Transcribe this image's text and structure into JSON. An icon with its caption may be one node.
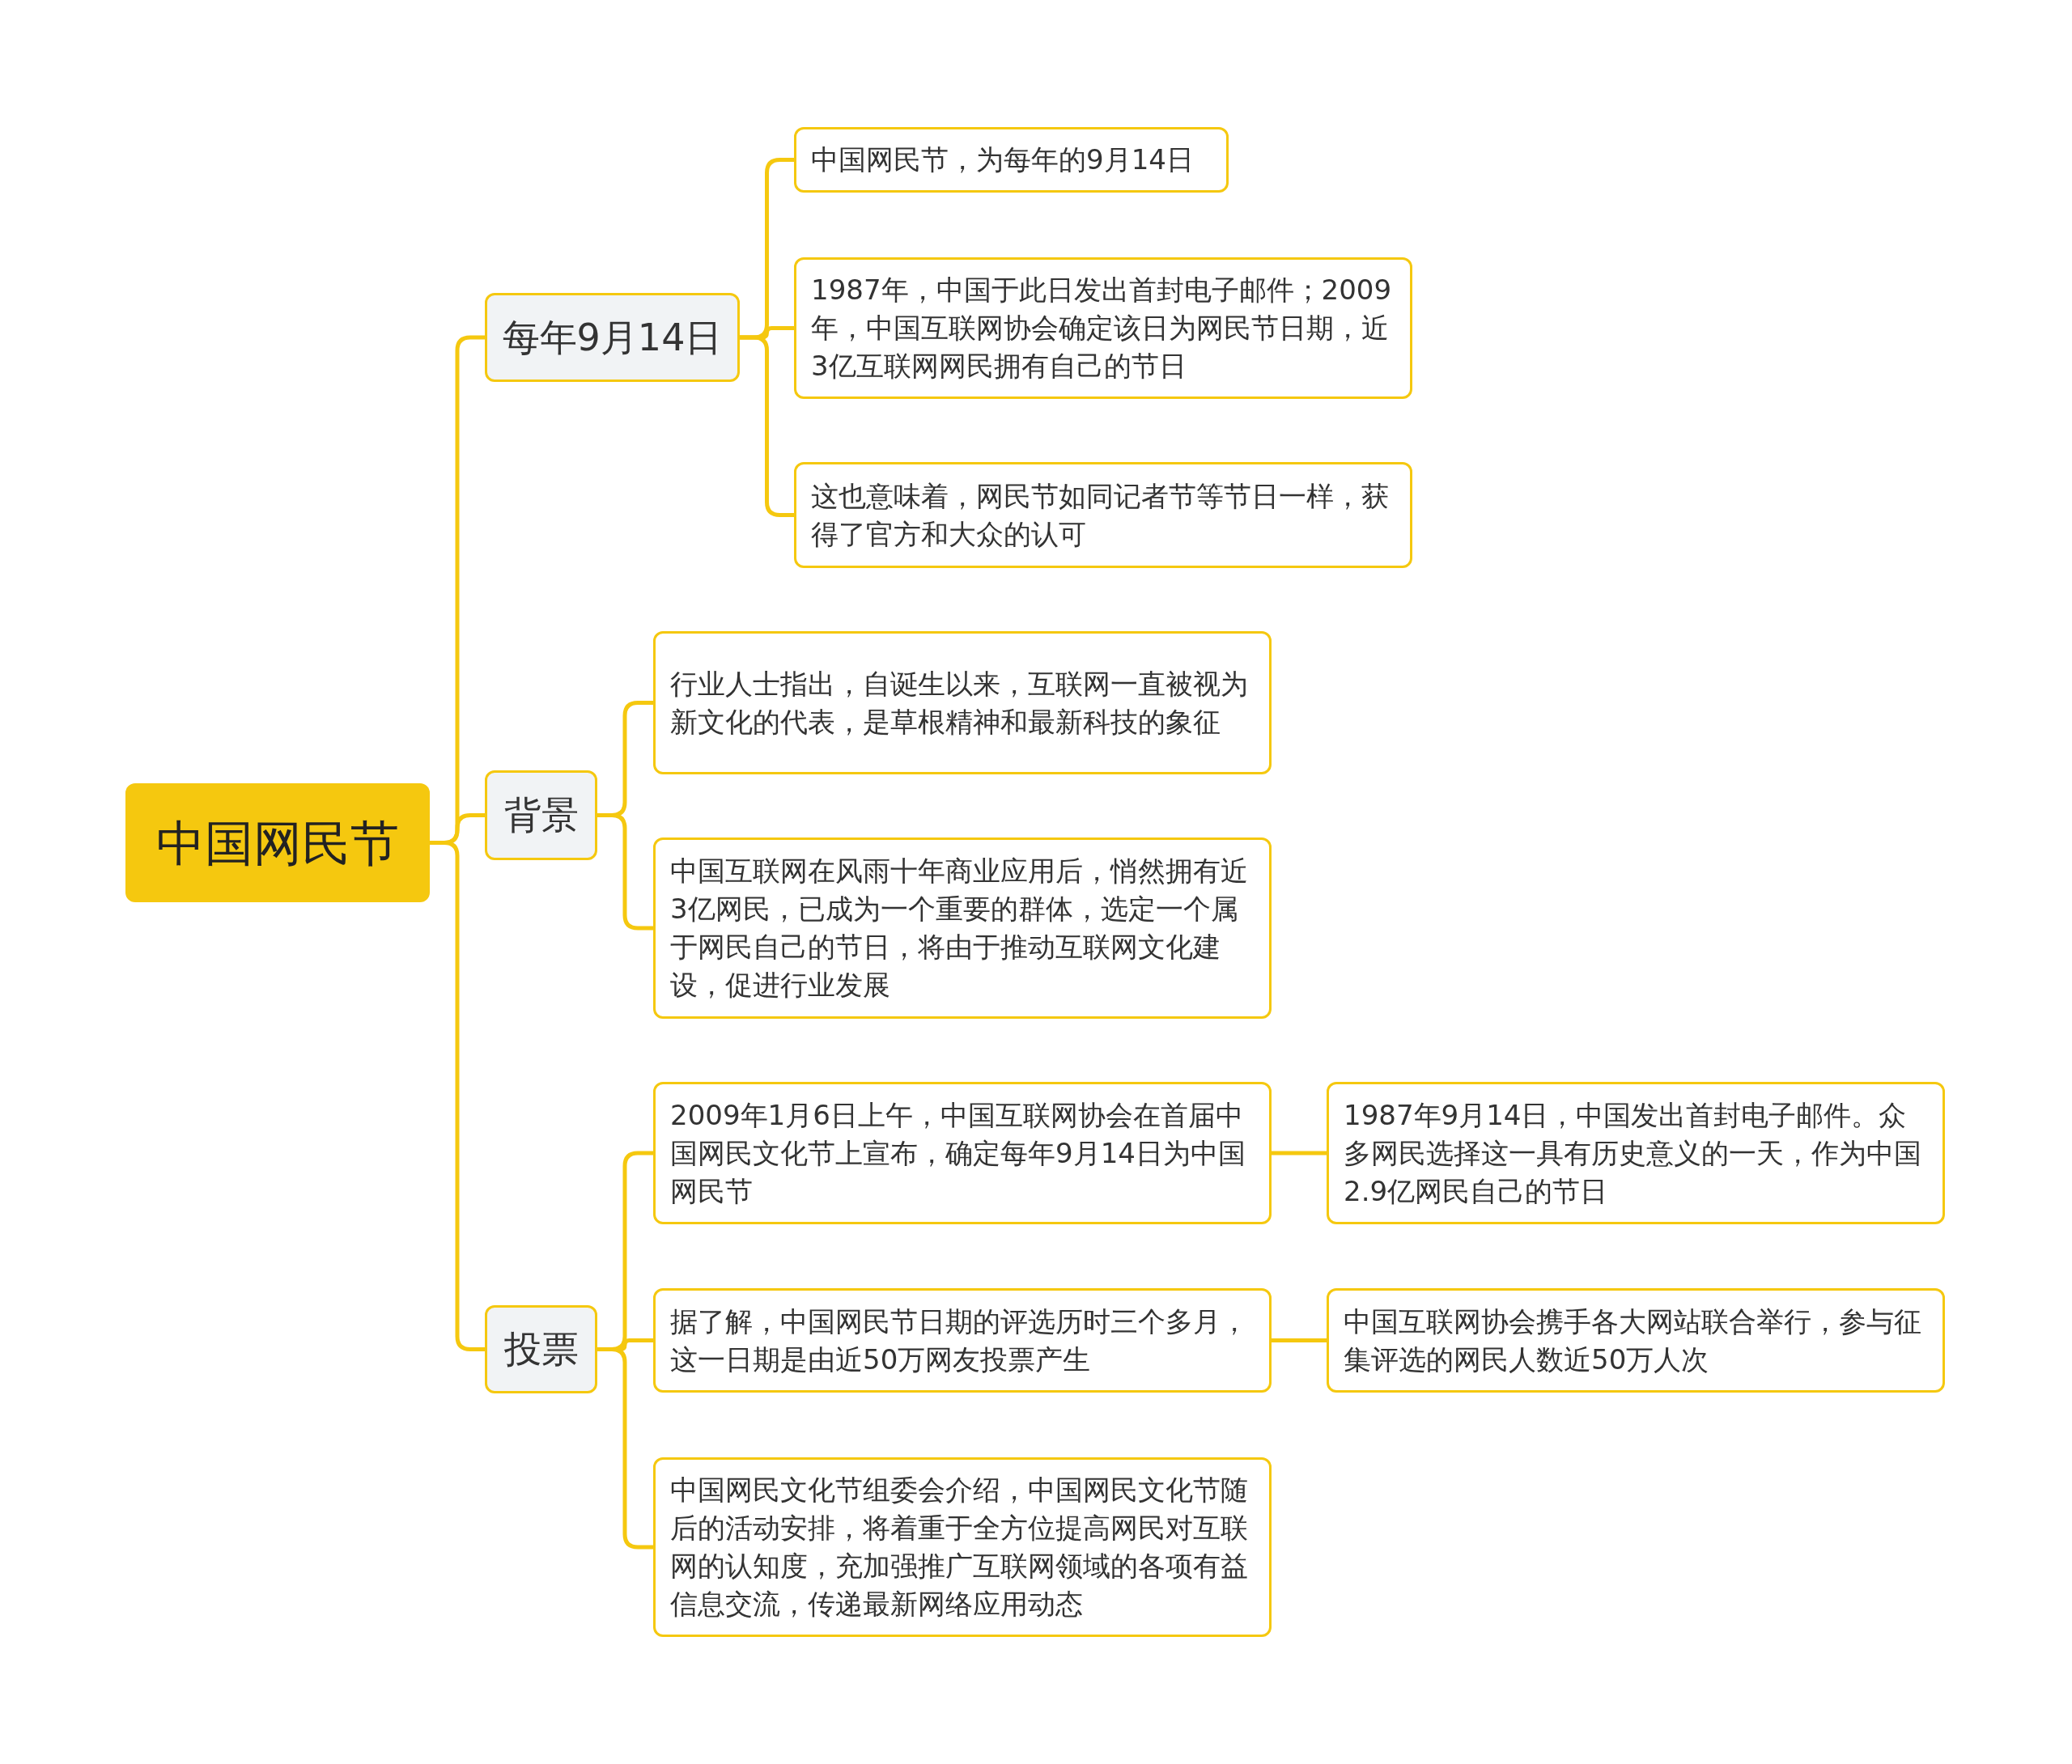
{
  "diagram": {
    "nodes": [
      {
        "text": [
          "中国网民节"
        ]
      },
      {
        "text": [
          "每年9月14日"
        ]
      },
      {
        "text": [
          "中国网民节，为每年的9月14日"
        ]
      },
      {
        "text": [
          "1987年，中国于此日发出首封电子邮件；2009年，中国互联网协会确定该日为网民节日期，近3亿互联网网民拥有自己的节日"
        ]
      },
      {
        "text": [
          "这也意味着，网民节如同记者节等节日一样，获得了官方和大众的认可"
        ]
      },
      {
        "text": [
          "背景"
        ]
      },
      {
        "text": [
          "行业人士指出，自诞生以来，互联网一直被视为新文化的代表，是草根精神和最新科技的象征"
        ]
      },
      {
        "text": [
          "中国互联网在风雨十年商业应用后，悄然拥有近3亿网民，已成为一个重要的群体，选定一个属于网民自己的节日，将由于推动互联网文化建设，促进行业发展"
        ]
      },
      {
        "text": [
          "投票"
        ]
      },
      {
        "text": [
          "2009年1月6日上午，中国互联网协会在首届中国网民文化节上宣布，确定每年9月14日为中国网民节"
        ]
      },
      {
        "text": [
          "1987年9月14日，中国发出首封电子邮件。众多网民选择这一具有历史意义的一天，作为中国2.9亿网民自己的节日"
        ]
      },
      {
        "text": [
          "据了解，中国网民节日期的评选历时三个多月，这一日期是由近50万网友投票产生"
        ]
      },
      {
        "text": [
          "中国互联网协会携手各大网站联合举行，参与征集评选的网民人数近50万人次"
        ]
      },
      {
        "text": [
          "中国网民文化节组委会介绍，中国网民文化节随后的活动安排，将着重于全方位提高网民对互联网的认知度，充加强推广互联网领域的各项有益信息交流，传递最新网络应用动态"
        ]
      }
    ],
    "edges": [
      {
        "from": 0,
        "to": 1,
        "arrow": "none"
      },
      {
        "from": 1,
        "to": 2,
        "arrow": "none"
      },
      {
        "from": 1,
        "to": 3,
        "arrow": "none"
      },
      {
        "from": 1,
        "to": 4,
        "arrow": "none"
      },
      {
        "from": 0,
        "to": 5,
        "arrow": "none"
      },
      {
        "from": 5,
        "to": 6,
        "arrow": "none"
      },
      {
        "from": 5,
        "to": 7,
        "arrow": "none"
      },
      {
        "from": 0,
        "to": 8,
        "arrow": "none"
      },
      {
        "from": 8,
        "to": 9,
        "arrow": "none"
      },
      {
        "from": 9,
        "to": 10,
        "arrow": "none"
      },
      {
        "from": 8,
        "to": 11,
        "arrow": "none"
      },
      {
        "from": 11,
        "to": 12,
        "arrow": "none"
      },
      {
        "from": 8,
        "to": 13,
        "arrow": "none"
      }
    ]
  }
}
